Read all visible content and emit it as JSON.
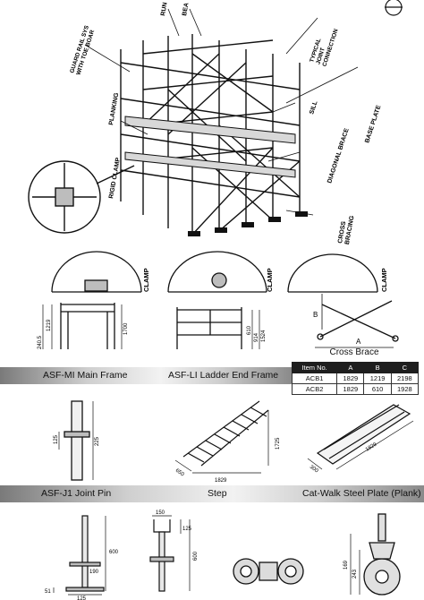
{
  "top_callouts": {
    "guard_rail": "GUARD RAIL SYS\nWITH TOE BOAR",
    "runner": "RUN",
    "bearer": "BEA",
    "typical_joint": "TYPICAL\nJOINT\nCONNECTION",
    "base_plate": "BASE PLATE",
    "sill": "SILL",
    "planking": "PLANKING",
    "diagonal_brace": "DIAGONAL BRACE",
    "rigid_clamp": "RIGID CLAMP",
    "cross_bracing": "CROSS\nBRACING"
  },
  "frames": {
    "clamp_label": "CLAMP",
    "main_frame_dims": [
      "240.5",
      "1219",
      "1700"
    ],
    "ladder_frame_dims": [
      "610",
      "914",
      "1524"
    ],
    "cross_brace_letters": [
      "A",
      "B"
    ],
    "cross_brace_title": "Cross Brace"
  },
  "table": {
    "headers": [
      "Item No.",
      "A",
      "B",
      "C"
    ],
    "rows": [
      [
        "ACB1",
        "1829",
        "1219",
        "2198"
      ],
      [
        "ACB2",
        "1829",
        "610",
        "1928"
      ]
    ]
  },
  "band1": {
    "left": "ASF-MI Main Frame",
    "right": "ASF-LI Ladder End Frame"
  },
  "middle_parts": {
    "joint_pin_dims": [
      "125",
      "225"
    ],
    "step_dims": [
      "1725",
      "1829",
      "650"
    ],
    "plank_dims": [
      "1829",
      "300"
    ]
  },
  "band2": {
    "left": "ASF-J1 Joint Pin",
    "center": "Step",
    "right": "Cat-Walk Steel Plate (Plank)"
  },
  "bottom_parts": {
    "jack_dims": [
      "600",
      "51",
      "190",
      "125"
    ],
    "head_dims": [
      "150",
      "125",
      "600"
    ],
    "caster_dims": [
      "169",
      "243"
    ]
  }
}
